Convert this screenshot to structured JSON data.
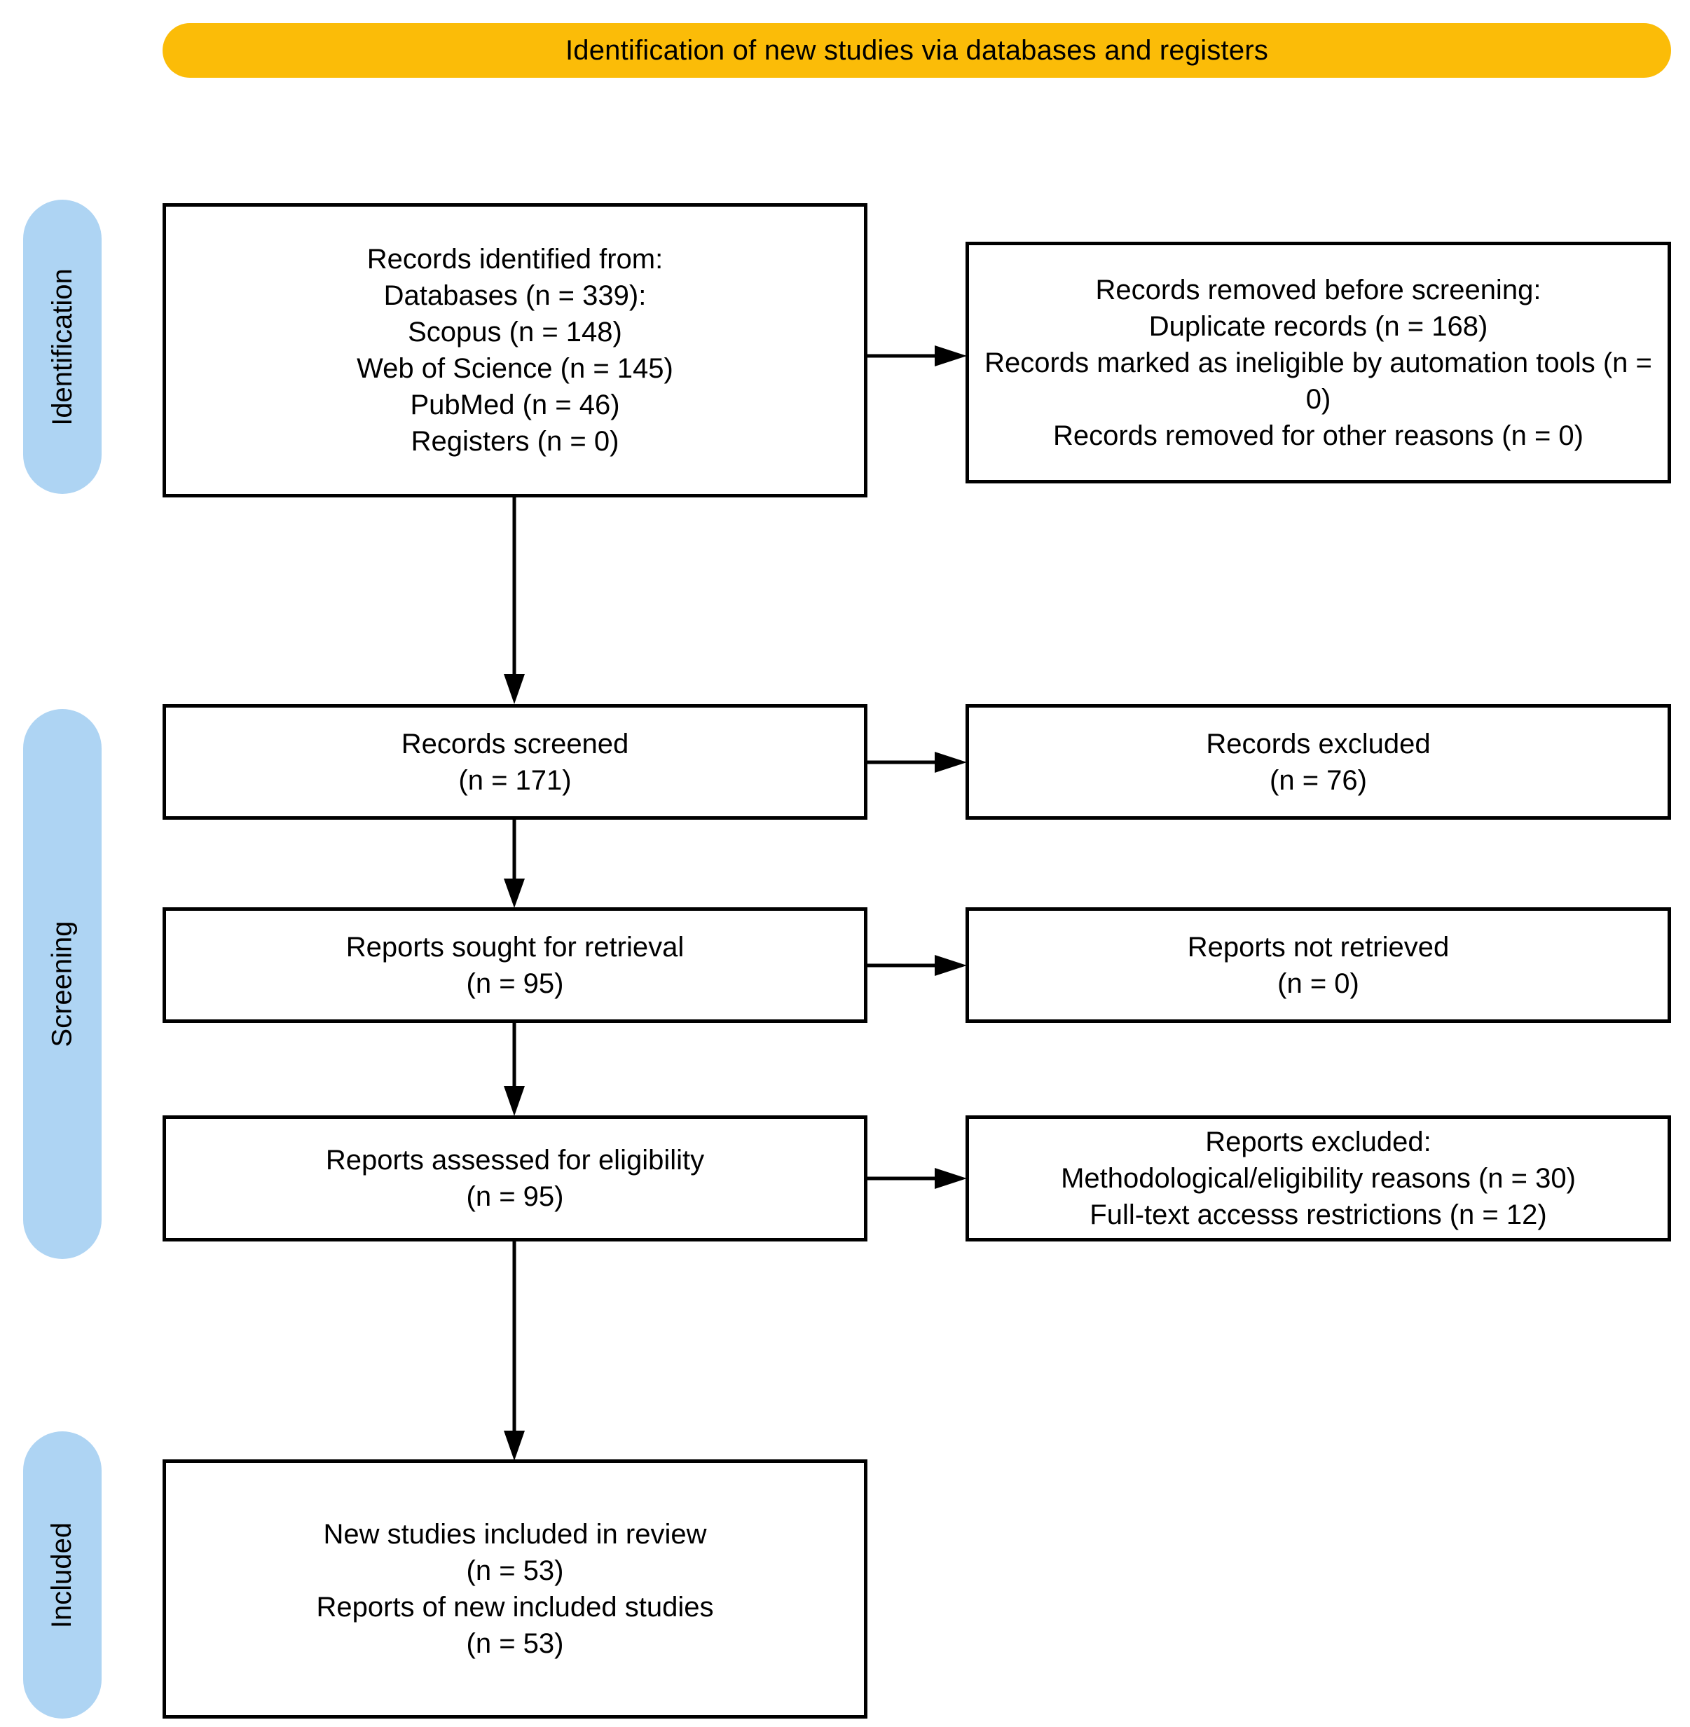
{
  "banner": {
    "title": "Identification of new studies via databases and registers",
    "bg_color": "#FBBC08",
    "text_color": "#000000"
  },
  "stages": {
    "bar_color": "#AED4F3",
    "identification": "Identification",
    "screening": "Screening",
    "included": "Included"
  },
  "boxes": {
    "identified": {
      "lines": [
        "Records identified from:",
        "Databases (n = 339):",
        "Scopus (n = 148)",
        "Web of Science (n = 145)",
        "PubMed (n = 46)",
        "Registers (n = 0)"
      ]
    },
    "removed": {
      "lines": [
        "Records removed before screening:",
        "Duplicate records (n = 168)",
        "Records marked as ineligible by automation tools (n = 0)",
        "Records removed for other reasons (n = 0)"
      ]
    },
    "screened": {
      "lines": [
        "Records screened",
        "(n = 171)"
      ]
    },
    "excluded_records": {
      "lines": [
        "Records excluded",
        "(n = 76)"
      ]
    },
    "sought": {
      "lines": [
        "Reports sought for retrieval",
        "(n = 95)"
      ]
    },
    "not_retrieved": {
      "lines": [
        "Reports not retrieved",
        "(n = 0)"
      ]
    },
    "assessed": {
      "lines": [
        "Reports assessed for eligibility",
        "(n = 95)"
      ]
    },
    "reports_excluded": {
      "lines": [
        "Reports excluded:",
        "Methodological/eligibility reasons (n = 30)",
        "Full-text accesss restrictions (n = 12)"
      ]
    },
    "included": {
      "lines": [
        "New studies included in review",
        "(n = 53)",
        "Reports of new included studies",
        "(n = 53)"
      ]
    }
  },
  "chart_data": {
    "type": "diagram",
    "title": "Identification of new studies via databases and registers",
    "diagram_kind": "PRISMA 2020 flow diagram",
    "stages": [
      "Identification",
      "Screening",
      "Included"
    ],
    "nodes": [
      {
        "id": "identified",
        "stage": "Identification",
        "column": "left",
        "label": "Records identified from: Databases (n = 339): Scopus (n = 148), Web of Science (n = 145), PubMed (n = 46), Registers (n = 0)",
        "values": {
          "Databases": 339,
          "Scopus": 148,
          "Web of Science": 145,
          "PubMed": 46,
          "Registers": 0
        }
      },
      {
        "id": "removed",
        "stage": "Identification",
        "column": "right",
        "label": "Records removed before screening",
        "values": {
          "Duplicate records": 168,
          "Records marked as ineligible by automation tools": 0,
          "Records removed for other reasons": 0
        }
      },
      {
        "id": "screened",
        "stage": "Screening",
        "column": "left",
        "label": "Records screened",
        "values": {
          "n": 171
        }
      },
      {
        "id": "excluded_records",
        "stage": "Screening",
        "column": "right",
        "label": "Records excluded",
        "values": {
          "n": 76
        }
      },
      {
        "id": "sought",
        "stage": "Screening",
        "column": "left",
        "label": "Reports sought for retrieval",
        "values": {
          "n": 95
        }
      },
      {
        "id": "not_retrieved",
        "stage": "Screening",
        "column": "right",
        "label": "Reports not retrieved",
        "values": {
          "n": 0
        }
      },
      {
        "id": "assessed",
        "stage": "Screening",
        "column": "left",
        "label": "Reports assessed for eligibility",
        "values": {
          "n": 95
        }
      },
      {
        "id": "reports_excluded",
        "stage": "Screening",
        "column": "right",
        "label": "Reports excluded",
        "values": {
          "Methodological/eligibility reasons": 30,
          "Full-text accesss restrictions": 12
        }
      },
      {
        "id": "included",
        "stage": "Included",
        "column": "left",
        "label": "New studies included in review / Reports of new included studies",
        "values": {
          "New studies included in review": 53,
          "Reports of new included studies": 53
        }
      }
    ],
    "edges": [
      {
        "from": "identified",
        "to": "removed",
        "direction": "right"
      },
      {
        "from": "identified",
        "to": "screened",
        "direction": "down"
      },
      {
        "from": "screened",
        "to": "excluded_records",
        "direction": "right"
      },
      {
        "from": "screened",
        "to": "sought",
        "direction": "down"
      },
      {
        "from": "sought",
        "to": "not_retrieved",
        "direction": "right"
      },
      {
        "from": "sought",
        "to": "assessed",
        "direction": "down"
      },
      {
        "from": "assessed",
        "to": "reports_excluded",
        "direction": "right"
      },
      {
        "from": "assessed",
        "to": "included",
        "direction": "down"
      }
    ]
  }
}
